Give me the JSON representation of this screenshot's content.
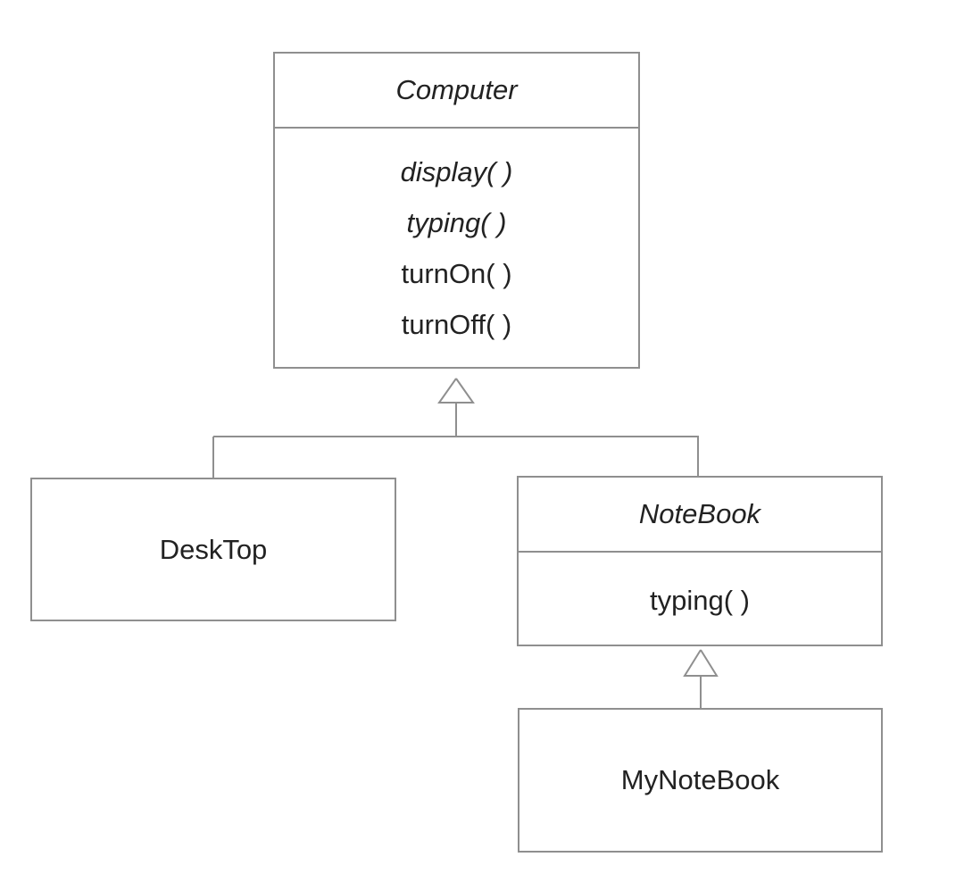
{
  "classes": {
    "computer": {
      "name": "Computer",
      "operations": [
        "display( )",
        "typing( )",
        "turnOn( )",
        "turnOff( )"
      ]
    },
    "desktop": {
      "name": "DeskTop"
    },
    "notebook": {
      "name": "NoteBook",
      "operations": [
        "typing( )"
      ]
    },
    "mynotebook": {
      "name": "MyNoteBook"
    }
  }
}
